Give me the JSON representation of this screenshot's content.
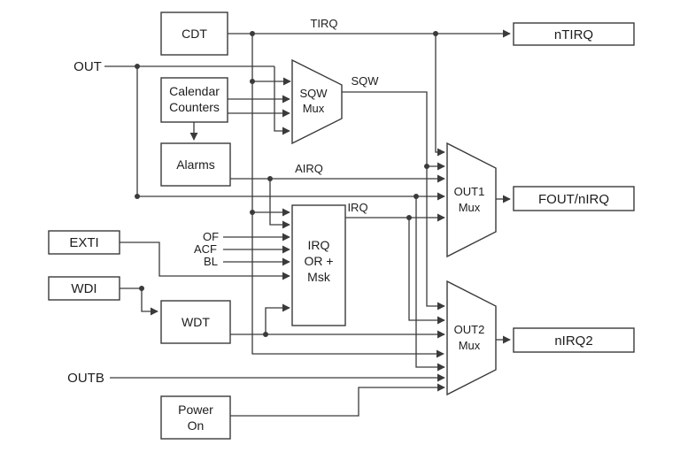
{
  "colors": {
    "line": "#3a3a3a",
    "fill": "#ffffff",
    "text": "#1c1c1c"
  },
  "blocks": {
    "cdt": {
      "label": "CDT"
    },
    "calendar": {
      "line1": "Calendar",
      "line2": "Counters"
    },
    "alarms": {
      "label": "Alarms"
    },
    "wdt": {
      "label": "WDT"
    },
    "power_on": {
      "line1": "Power",
      "line2": "On"
    },
    "irq_or": {
      "line1": "IRQ",
      "line2": "OR +",
      "line3": "Msk"
    }
  },
  "muxes": {
    "sqw": {
      "line1": "SQW",
      "line2": "Mux"
    },
    "out1": {
      "line1": "OUT1",
      "line2": "Mux"
    },
    "out2": {
      "line1": "OUT2",
      "line2": "Mux"
    }
  },
  "ports": {
    "exti": "EXTI",
    "wdi": "WDI",
    "ntirq": "nTIRQ",
    "fout_nirq": "FOUT/nIRQ",
    "nirq2": "nIRQ2"
  },
  "signals": {
    "tirq": "TIRQ",
    "out": "OUT",
    "sqw": "SQW",
    "airq": "AIRQ",
    "irq": "IRQ",
    "of": "OF",
    "acf": "ACF",
    "bl": "BL",
    "outb": "OUTB"
  }
}
